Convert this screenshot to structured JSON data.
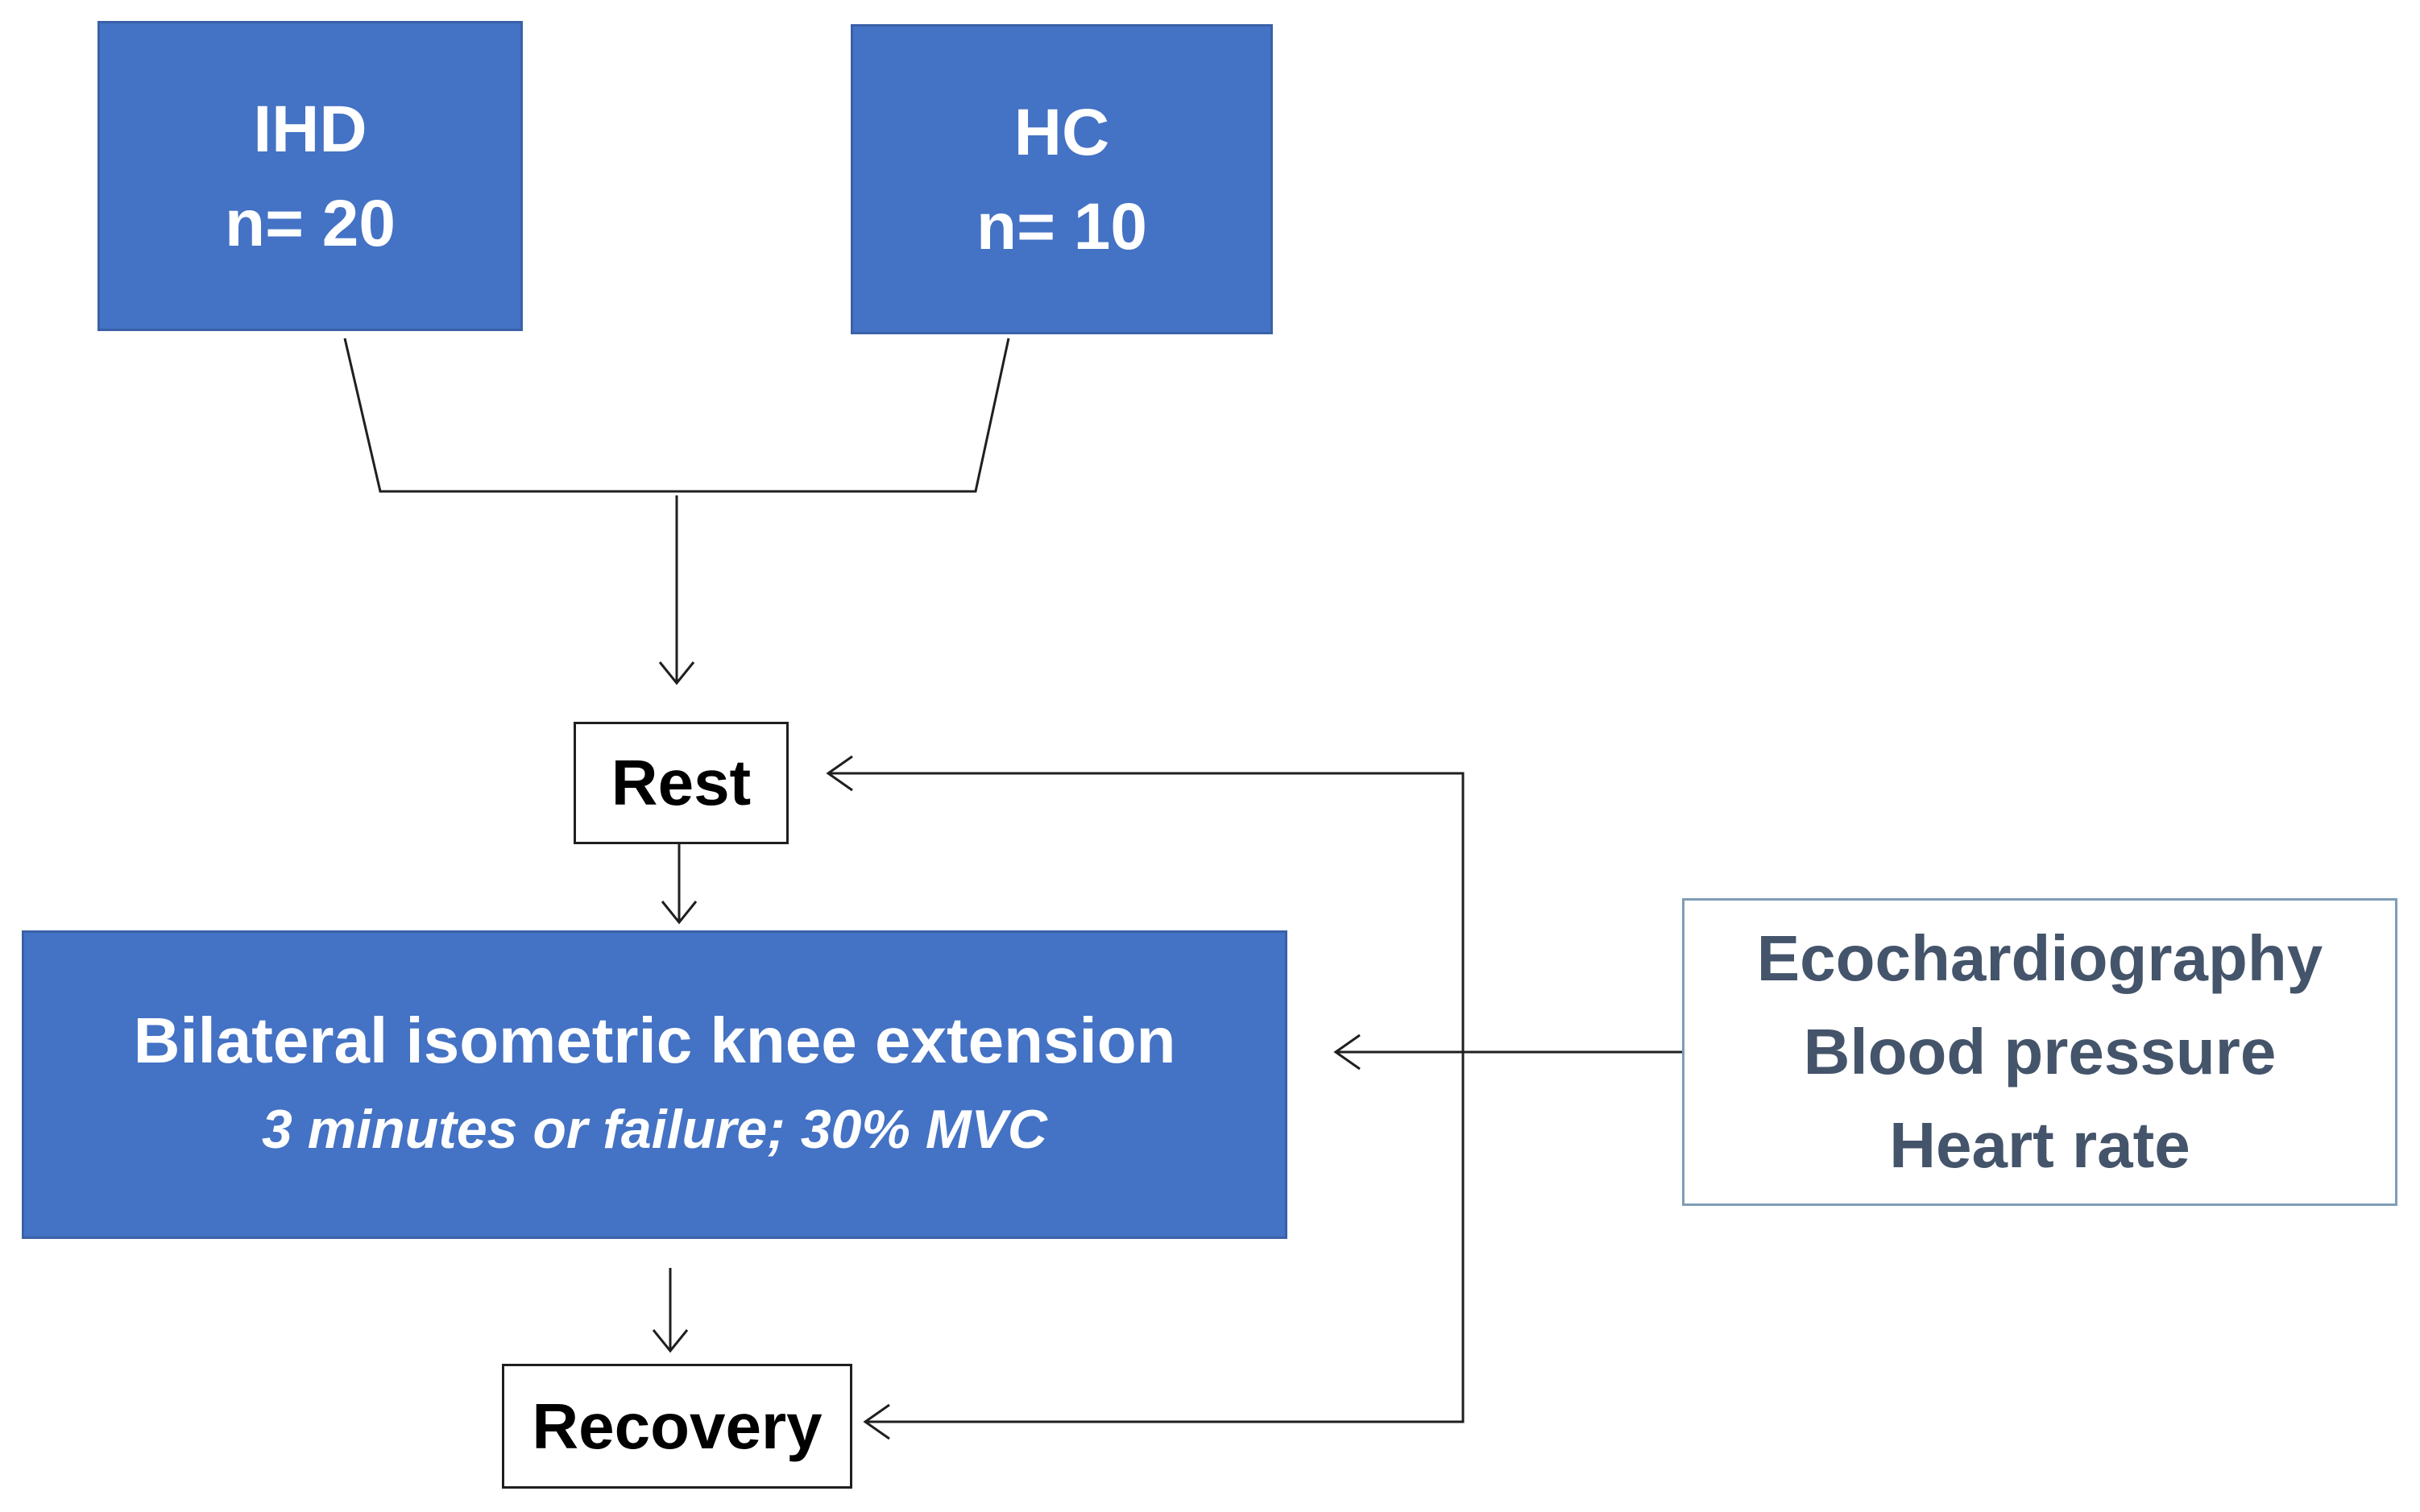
{
  "nodes": {
    "ihd": {
      "line1": "IHD",
      "line2": "n= 20"
    },
    "hc": {
      "line1": "HC",
      "line2": "n= 10"
    },
    "rest": {
      "label": "Rest"
    },
    "exercise": {
      "title": "Bilateral isometric knee extension",
      "subtitle": "3 minutes or failure; 30% MVC"
    },
    "recovery": {
      "label": "Recovery"
    },
    "measures": {
      "items": [
        "Ecochardiography",
        "Blood pressure",
        "Heart rate"
      ]
    }
  },
  "colors": {
    "box_fill": "#4472c4",
    "box_text": "#ffffff",
    "measure_text": "#44546a",
    "measure_border": "#7f9cb8",
    "line": "#1f1f1f"
  }
}
